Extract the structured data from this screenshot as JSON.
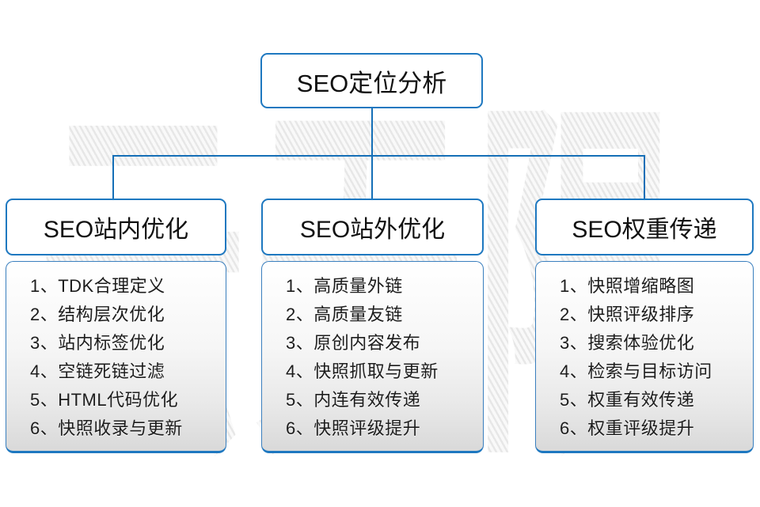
{
  "watermark": "云无限",
  "root": {
    "title": "SEO定位分析"
  },
  "columns": [
    {
      "title": "SEO站内优化",
      "items": [
        "1、TDK合理定义",
        "2、结构层次优化",
        "3、站内标签优化",
        "4、空链死链过滤",
        "5、HTML代码优化",
        "6、快照收录与更新"
      ]
    },
    {
      "title": "SEO站外优化",
      "items": [
        "1、高质量外链",
        "2、高质量友链",
        "3、原创内容发布",
        "4、快照抓取与更新",
        "5、内连有效传递",
        "6、快照评级提升"
      ]
    },
    {
      "title": "SEO权重传递",
      "items": [
        "1、快照增缩略图",
        "2、快照评级排序",
        "3、搜索体验优化",
        "4、检索与目标访问",
        "5、权重有效传递",
        "6、权重评级提升"
      ]
    }
  ],
  "colors": {
    "line_blue": "#156fb7",
    "node_border_blue": "#1e78c0",
    "text": "#1a1a1a",
    "watermark_gray": "#ededed",
    "panel_gradient_bottom": "#d9d9d9"
  }
}
